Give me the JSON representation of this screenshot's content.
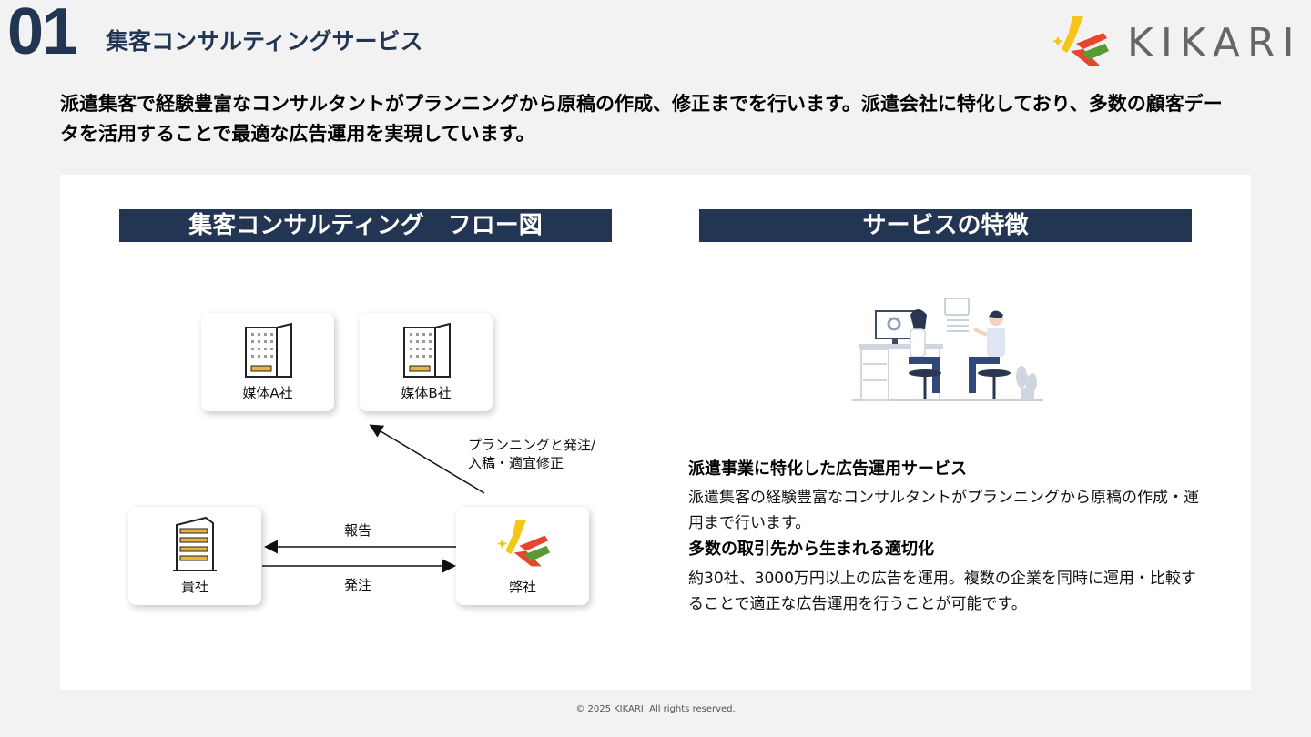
{
  "header": {
    "number": "01",
    "title": "集客コンサルティングサービス",
    "logo_text": "KIKARI"
  },
  "lead": "派遣集客で経験豊富なコンサルタントがプランニングから原稿の作成、修正までを行います。派遣会社に特化しており、多数の顧客データを活用することで最適な広告運用を実現しています。",
  "flow": {
    "title": "集客コンサルティング　フロー図",
    "cards": {
      "media_a": "媒体A社",
      "media_b": "媒体B社",
      "client": "貴社",
      "us": "弊社"
    },
    "labels": {
      "planning_line1": "プランニングと発注/",
      "planning_line2": "入稿・適宜修正",
      "report": "報告",
      "order": "発注"
    }
  },
  "features": {
    "title": "サービスの特徴",
    "items": [
      {
        "heading": "派遣事業に特化した広告運用サービス",
        "body": "派遣集客の経験豊富なコンサルタントがプランニングから原稿の作成・運用まで行います。"
      },
      {
        "heading": "多数の取引先から生まれる適切化",
        "body": "約30社、3000万円以上の広告を運用。複数の企業を同時に運用・比較することで適正な広告運用を行うことが可能です。"
      }
    ]
  },
  "footer": {
    "copyright": "© 2025 KIKARI, All rights reserved."
  },
  "colors": {
    "navy": "#223552",
    "logo_yellow": "#f5c518",
    "logo_red": "#e8452c",
    "logo_green": "#5a9a32"
  }
}
